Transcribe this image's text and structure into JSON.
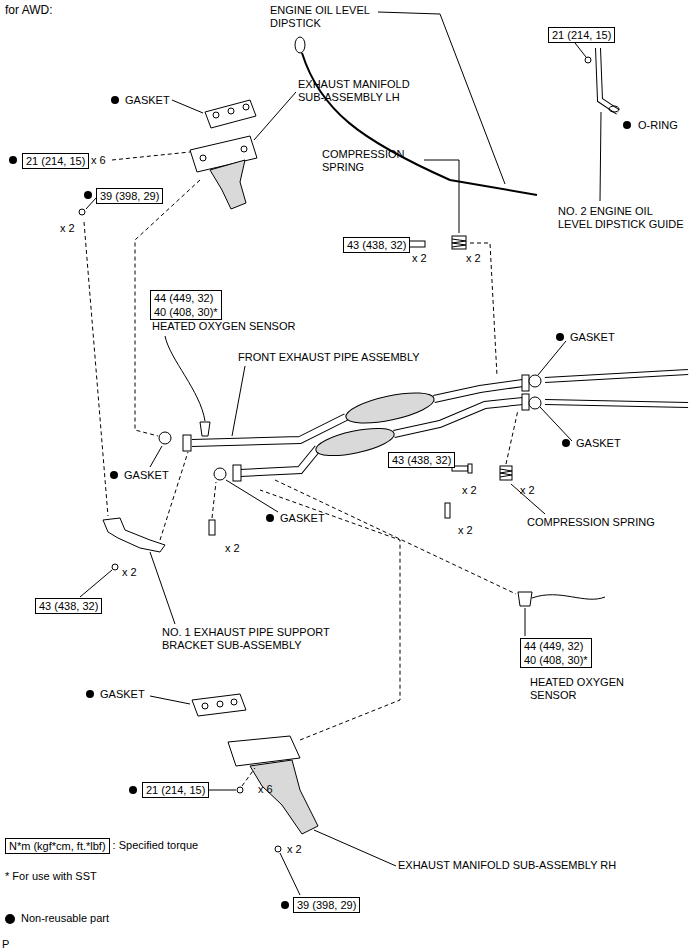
{
  "diagram": {
    "title": "for AWD:",
    "nodes": [
      {
        "text": [
          "21 (214, 15)"
        ]
      },
      {
        "text": [
          "21 (214, 15)"
        ]
      },
      {
        "text": [
          "39 (398, 29)"
        ]
      },
      {
        "text": [
          "43 (438, 32)"
        ]
      },
      {
        "text": [
          "44 (449, 32)",
          "40 (408, 30)*"
        ]
      },
      {
        "text": [
          "43 (438, 32)"
        ]
      },
      {
        "text": [
          "43 (438, 32)"
        ]
      },
      {
        "text": [
          "44 (449, 32)",
          "40 (408, 30)*"
        ]
      },
      {
        "text": [
          "21 (214, 15)"
        ]
      },
      {
        "text": [
          "N*m (kgf*cm, ft.*lbf)"
        ]
      },
      {
        "text": [
          "39 (398, 29)"
        ]
      }
    ],
    "labels": [
      "ENGINE OIL LEVEL DIPSTICK",
      "GASKET",
      "EXHAUST MANIFOLD SUB-ASSEMBLY LH",
      "O-RING",
      "x 6",
      "COMPRESSION SPRING",
      "NO. 2 ENGINE OIL LEVEL DIPSTICK GUIDE",
      "x 2",
      "x 2",
      "x 2",
      "HEATED OXYGEN SENSOR",
      "FRONT EXHAUST PIPE ASSEMBLY",
      "GASKET",
      "GASKET",
      "GASKET",
      "x 2",
      "x 2",
      "COMPRESSION SPRING",
      "GASKET",
      "x 2",
      "x 2",
      "x 2",
      "NO. 1 EXHAUST PIPE SUPPORT BRACKET SUB-ASSEMBLY",
      "HEATED OXYGEN SENSOR",
      "GASKET",
      "x 6",
      ": Specified torque",
      "x 2",
      "EXHAUST MANIFOLD SUB-ASSEMBLY RH",
      "* For use with SST",
      "P"
    ],
    "legend": [
      {
        "text": "Non-reusable part",
        "color": "#000000"
      }
    ]
  }
}
